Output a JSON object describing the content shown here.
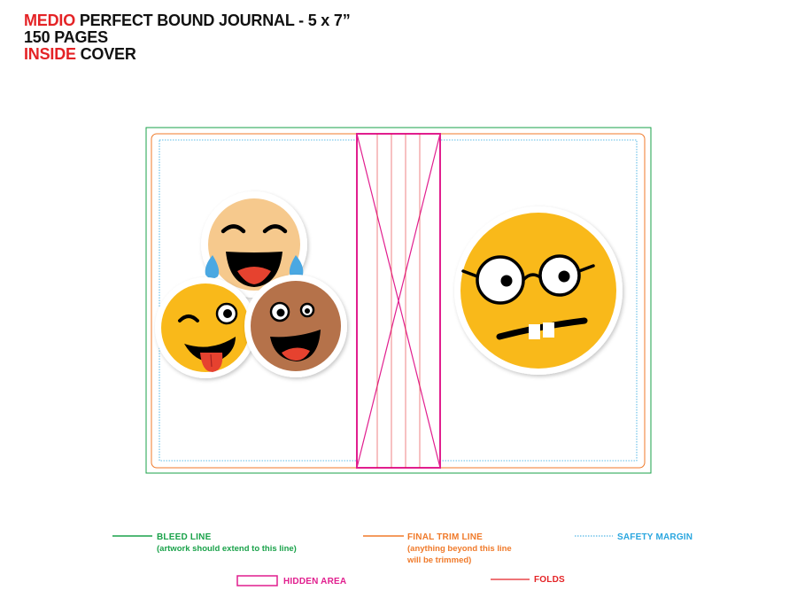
{
  "header": {
    "line1_accent": "MEDIO",
    "line1_rest": " PERFECT BOUND JOURNAL - 5 x 7”",
    "line2": "150 PAGES",
    "line3_accent": "INSIDE",
    "line3_rest": " COVER"
  },
  "legend": {
    "bleed_title": "BLEED LINE",
    "bleed_note": "(artwork should extend to this line)",
    "trim_title": "FINAL TRIM LINE",
    "trim_note_1": "(anything beyond this line",
    "trim_note_2": "will be trimmed)",
    "safety_title": "SAFETY MARGIN",
    "hidden_title": "HIDDEN AREA",
    "folds_title": "FOLDS"
  },
  "colors": {
    "bleed": "#1aa24a",
    "trim": "#f07a2a",
    "safety": "#2aa6df",
    "hidden": "#e11e8e",
    "folds": "#e42326",
    "emoji_yellow": "#f9b91a",
    "emoji_peach": "#f6c98d",
    "emoji_brown": "#b5724a"
  },
  "artwork": {
    "left_panel": [
      "laughing-tears-emoji",
      "winking-tongue-emoji",
      "brown-grinning-emoji"
    ],
    "right_panel": [
      "nerd-glasses-emoji"
    ]
  }
}
